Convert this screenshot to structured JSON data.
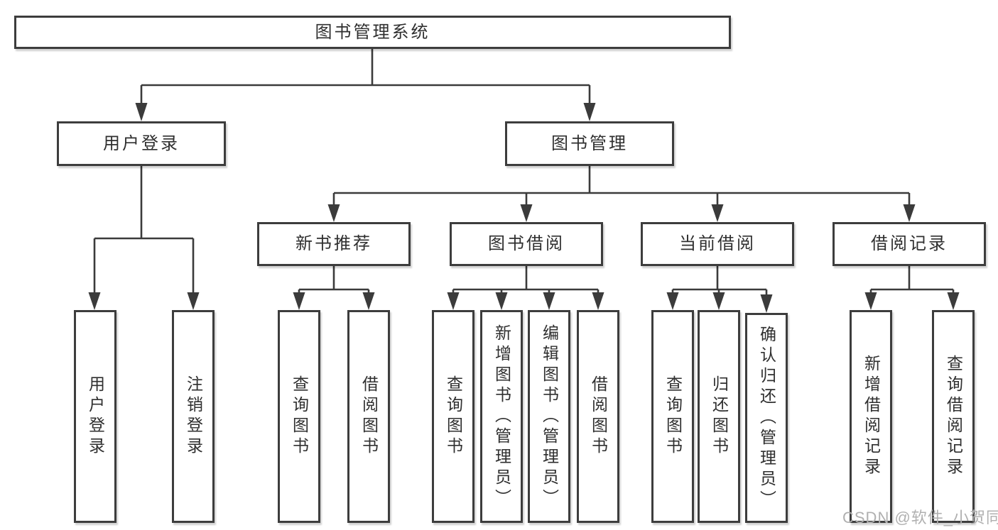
{
  "title": "图书管理系统",
  "left_branch": {
    "label": "用户登录",
    "children": [
      "用户登录",
      "注销登录"
    ]
  },
  "right_branch": {
    "label": "图书管理",
    "modules": [
      {
        "label": "新书推荐",
        "children": [
          "查询图书",
          "借阅图书"
        ]
      },
      {
        "label": "图书借阅",
        "children": [
          "查询图书",
          "新增图书（管理员）",
          "编辑图书（管理员）",
          "借阅图书"
        ]
      },
      {
        "label": "当前借阅",
        "children": [
          "查询图书",
          "归还图书",
          "确认归还（管理员）"
        ]
      },
      {
        "label": "借阅记录",
        "children": [
          "新增借阅记录",
          "查询借阅记录"
        ]
      }
    ]
  },
  "watermark": "CSDN @软件_小贺同学",
  "colors": {
    "line": "#3b3b3b",
    "box_border": "#3d3d3d",
    "text": "#2f2f2f",
    "watermark": "#b0b0b0",
    "bg": "#ffffff"
  }
}
